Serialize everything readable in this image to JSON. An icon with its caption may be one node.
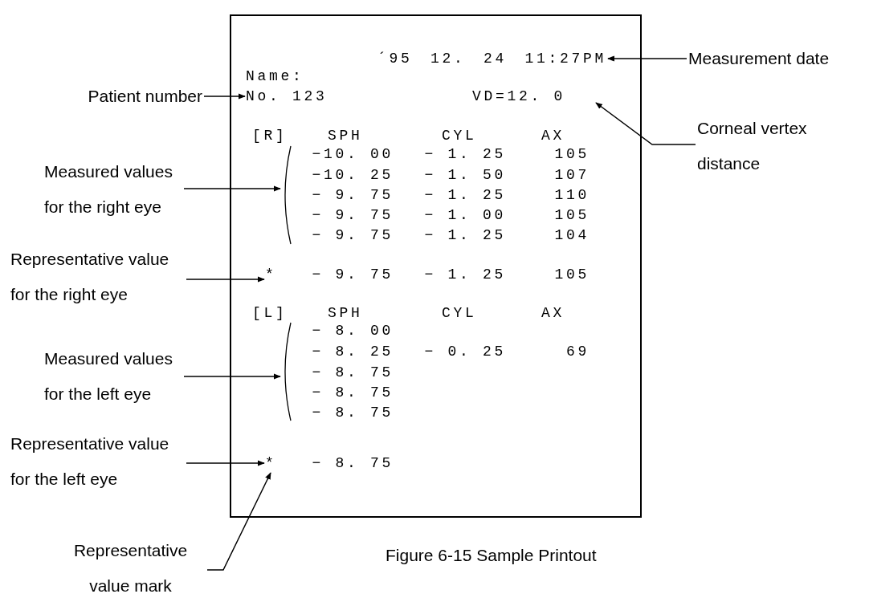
{
  "diagram": {
    "caption": "Figure 6-15 Sample Printout",
    "nodes": [
      {
        "text": [],
        "shape": "box"
      },
      {
        "text": [
          "´95 12. 24 11:27PM"
        ],
        "in": 0
      },
      {
        "text": [
          "No. 123"
        ],
        "in": 0
      },
      {
        "text": [
          "VD=12. 0"
        ],
        "in": 0
      },
      {
        "text": [
          "−10. 00",
          "− 1. 25",
          "105",
          "−10. 25",
          "− 1. 50",
          "107",
          "− 9. 75",
          "− 1. 25",
          "110",
          "− 9. 75",
          "− 1. 00",
          "105",
          "− 9. 75",
          "− 1. 25",
          "104"
        ],
        "in": 0
      },
      {
        "text": [
          "*",
          "− 9. 75",
          "− 1. 25",
          "105"
        ],
        "in": 0
      },
      {
        "text": [
          "− 8. 00",
          "− 8. 25",
          "− 0. 25",
          "69",
          "− 8. 75",
          "− 8. 75",
          "− 8. 75"
        ],
        "in": 0
      },
      {
        "text": [
          "*",
          "− 8. 75"
        ],
        "in": 0
      },
      {
        "text": [
          "Measurement date"
        ]
      },
      {
        "text": [
          "Patient number"
        ]
      },
      {
        "text": [
          "Corneal vertex distance"
        ]
      },
      {
        "text": [
          "Measured values for the right eye"
        ]
      },
      {
        "text": [
          "Representative value for the right eye"
        ]
      },
      {
        "text": [
          "Measured values for the left eye"
        ]
      },
      {
        "text": [
          "Representative value for the left eye"
        ]
      },
      {
        "text": [
          "Representative value mark"
        ]
      }
    ],
    "edges": [
      {
        "from": 8,
        "to": 1,
        "arrow": "to"
      },
      {
        "from": 9,
        "to": 2,
        "arrow": "to"
      },
      {
        "from": 10,
        "to": 3,
        "arrow": "to"
      },
      {
        "from": 11,
        "to": 4,
        "arrow": "to"
      },
      {
        "from": 12,
        "to": 5,
        "arrow": "to"
      },
      {
        "from": 13,
        "to": 6,
        "arrow": "to"
      },
      {
        "from": 14,
        "to": 7,
        "arrow": "to"
      },
      {
        "from": 15,
        "to": 7,
        "arrow": "to"
      }
    ],
    "labels": [
      "Name:",
      "[R]",
      "SPH",
      "CYL",
      "AX",
      "[L]",
      "SPH",
      "CYL",
      "AX"
    ]
  }
}
